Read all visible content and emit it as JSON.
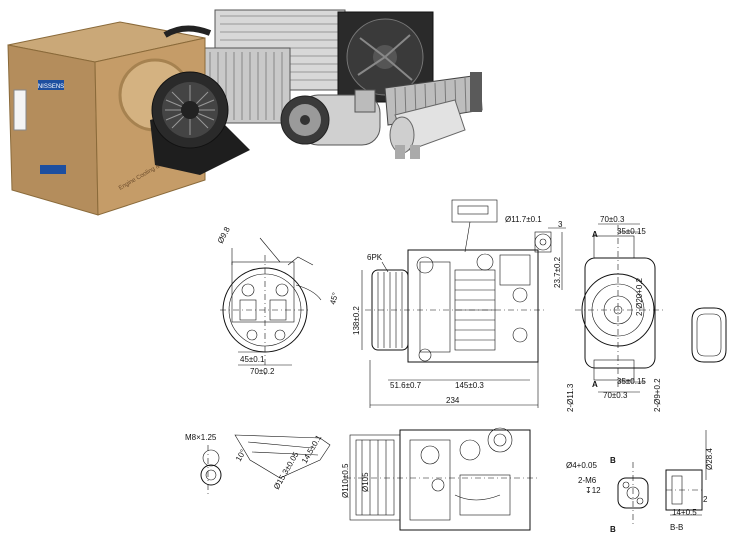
{
  "box": {
    "brand": "NISSENS",
    "tagline": "Engine Cooling & Climate"
  },
  "side_view": {
    "dia_top": "Ø9.8",
    "angle": "45°",
    "width_45": "45±0.1",
    "width_70": "70±0.2"
  },
  "front_view": {
    "belt": "6PK",
    "height_138": "138±0.2",
    "len_51": "51.6±0.7",
    "len_145": "145±0.3",
    "len_234": "234",
    "dia_11": "Ø11.7±0.1",
    "dim_3": "3",
    "dim_23": "23.7±0.2"
  },
  "right_view": {
    "w_70_top": "70±0.3",
    "w_35_top": "35±0.15",
    "w_35_bot": "35±0.15",
    "w_70_bot": "70±0.3",
    "dia_20": "2-Ø20+0.2",
    "dia_11": "2-Ø11.3",
    "dia_9": "2-Ø9+0.2",
    "section_a_top": "A",
    "section_a_bot": "A"
  },
  "bottom_left": {
    "thread": "M8×1.25",
    "angle_10": "10°",
    "dim_15": "Ø15.3±0.05",
    "dim_14": "14.5±0.1"
  },
  "bottom_center": {
    "dia_110": "Ø110±0.5",
    "dia_105": "Ø105"
  },
  "bottom_right": {
    "dia_4": "Ø4+0.05",
    "thread": "2-M6",
    "depth": "↧12",
    "b_top": "B",
    "b_bot": "B",
    "section_bb": "B-B",
    "dia_28": "Ø28.4",
    "dim_2": "2",
    "dim_14": "14+0.5"
  }
}
